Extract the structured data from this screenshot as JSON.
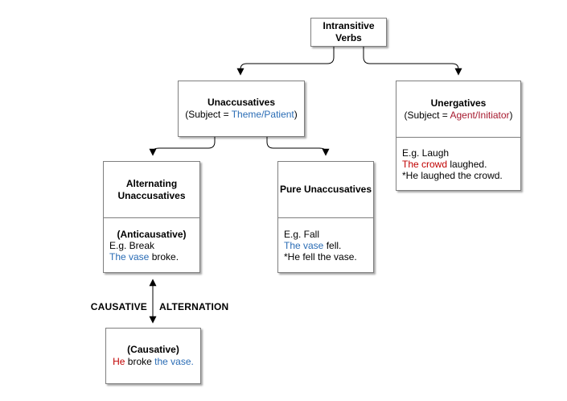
{
  "colors": {
    "blue": "#2a6cb5",
    "red": "#c00000",
    "darkred": "#a6192e"
  },
  "root": {
    "title": "Intransitive Verbs"
  },
  "unaccusatives": {
    "title": "Unaccusatives",
    "subject_prefix": "(Subject = ",
    "subject_value": "Theme/Patient",
    "subject_suffix": ")"
  },
  "unergatives": {
    "title": "Unergatives",
    "subject_prefix": "(Subject = ",
    "subject_value": "Agent/Initiator",
    "subject_suffix": ")",
    "example_label": "E.g. Laugh",
    "good_subject": "The crowd",
    "good_rest": " laughed.",
    "bad_example": "*He laughed the crowd."
  },
  "alternating": {
    "title": "Alternating Unaccusatives",
    "subtitle": "(Anticausative)",
    "example_label": "E.g. Break",
    "good_subject": "The vase",
    "good_rest": " broke."
  },
  "pure": {
    "title": "Pure Unaccusatives",
    "example_label": "E.g. Fall",
    "good_subject": "The vase",
    "good_rest": " fell.",
    "bad_example": "*He fell the vase."
  },
  "causative": {
    "subtitle": "(Causative)",
    "sentence_subject": "He",
    "sentence_verb": " broke ",
    "sentence_object": "the vase."
  },
  "alternation_label": {
    "left": "CAUSATIVE",
    "right": "ALTERNATION"
  }
}
